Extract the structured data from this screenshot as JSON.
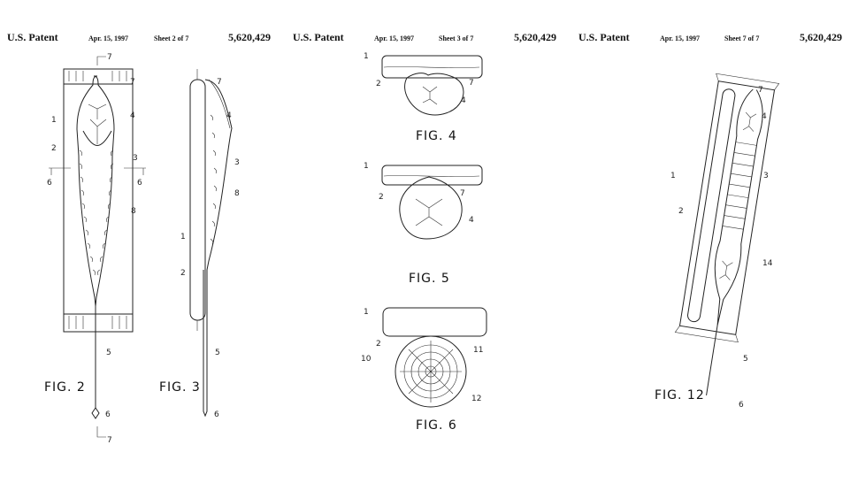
{
  "sheets": [
    {
      "patent_label": "U.S. Patent",
      "date": "Apr. 15, 1997",
      "sheet": "Sheet 2 of 7",
      "number": "5,620,429"
    },
    {
      "patent_label": "U.S. Patent",
      "date": "Apr. 15, 1997",
      "sheet": "Sheet 3 of 7",
      "number": "5,620,429"
    },
    {
      "patent_label": "U.S. Patent",
      "date": "Apr. 15, 1997",
      "sheet": "Sheet 7 of 7",
      "number": "5,620,429"
    }
  ],
  "figures": {
    "fig2": {
      "caption": "FIG. 2",
      "refs": [
        "7",
        "7",
        "4",
        "1",
        "2",
        "3",
        "6",
        "6",
        "8",
        "5",
        "6",
        "7"
      ]
    },
    "fig3": {
      "caption": "FIG. 3",
      "refs": [
        "7",
        "4",
        "3",
        "8",
        "1",
        "2",
        "5",
        "6"
      ]
    },
    "fig4": {
      "caption": "FIG. 4",
      "refs": [
        "1",
        "2",
        "7",
        "4"
      ]
    },
    "fig5": {
      "caption": "FIG. 5",
      "refs": [
        "1",
        "2",
        "7",
        "4"
      ]
    },
    "fig6": {
      "caption": "FIG. 6",
      "refs": [
        "1",
        "2",
        "11",
        "10",
        "12"
      ]
    },
    "fig12": {
      "caption": "FIG. 12",
      "refs": [
        "7",
        "4",
        "3",
        "1",
        "2",
        "14",
        "5",
        "6"
      ]
    }
  }
}
